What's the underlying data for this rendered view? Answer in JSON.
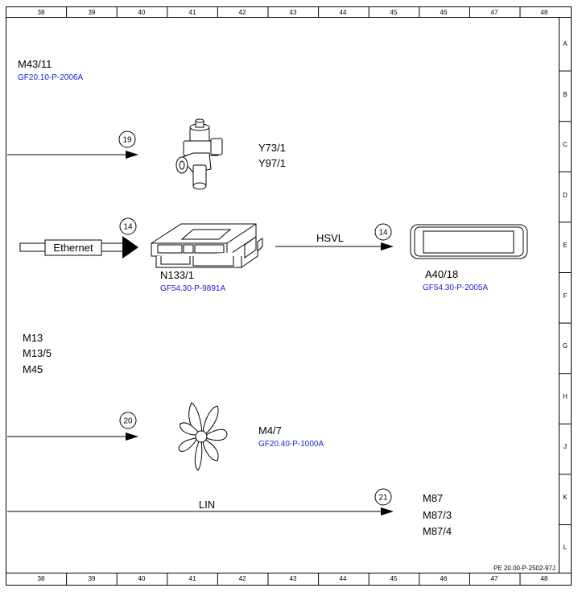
{
  "grid": {
    "columns": [
      "38",
      "39",
      "40",
      "41",
      "42",
      "43",
      "44",
      "45",
      "46",
      "47",
      "48"
    ],
    "rows": [
      "A",
      "B",
      "C",
      "D",
      "E",
      "F",
      "G",
      "H",
      "J",
      "K",
      "L"
    ]
  },
  "components": {
    "m43_11": {
      "code": "M43/11",
      "ref": "GF20.10-P-2006A"
    },
    "y73_1": {
      "code": "Y73/1"
    },
    "y97_1": {
      "code": "Y97/1"
    },
    "n133_1": {
      "code": "N133/1",
      "ref": "GF54.30-P-9891A"
    },
    "a40_18": {
      "code": "A40/18",
      "ref": "GF54.30-P-2005A"
    },
    "m13": {
      "code": "M13"
    },
    "m13_5": {
      "code": "M13/5"
    },
    "m45": {
      "code": "M45"
    },
    "m4_7": {
      "code": "M4/7",
      "ref": "GF20.40-P-1000A"
    },
    "m87": {
      "code": "M87"
    },
    "m87_3": {
      "code": "M87/3"
    },
    "m87_4": {
      "code": "M87/4"
    }
  },
  "connections": {
    "arrow_19": "19",
    "arrow_14_in": "14",
    "arrow_14_out": "14",
    "arrow_20": "20",
    "arrow_21": "21",
    "ethernet_label": "Ethernet",
    "hsvl_label": "HSVL",
    "lin_label": "LIN"
  },
  "footer": {
    "doc_id": "PE 20.00-P-2502-97J"
  }
}
